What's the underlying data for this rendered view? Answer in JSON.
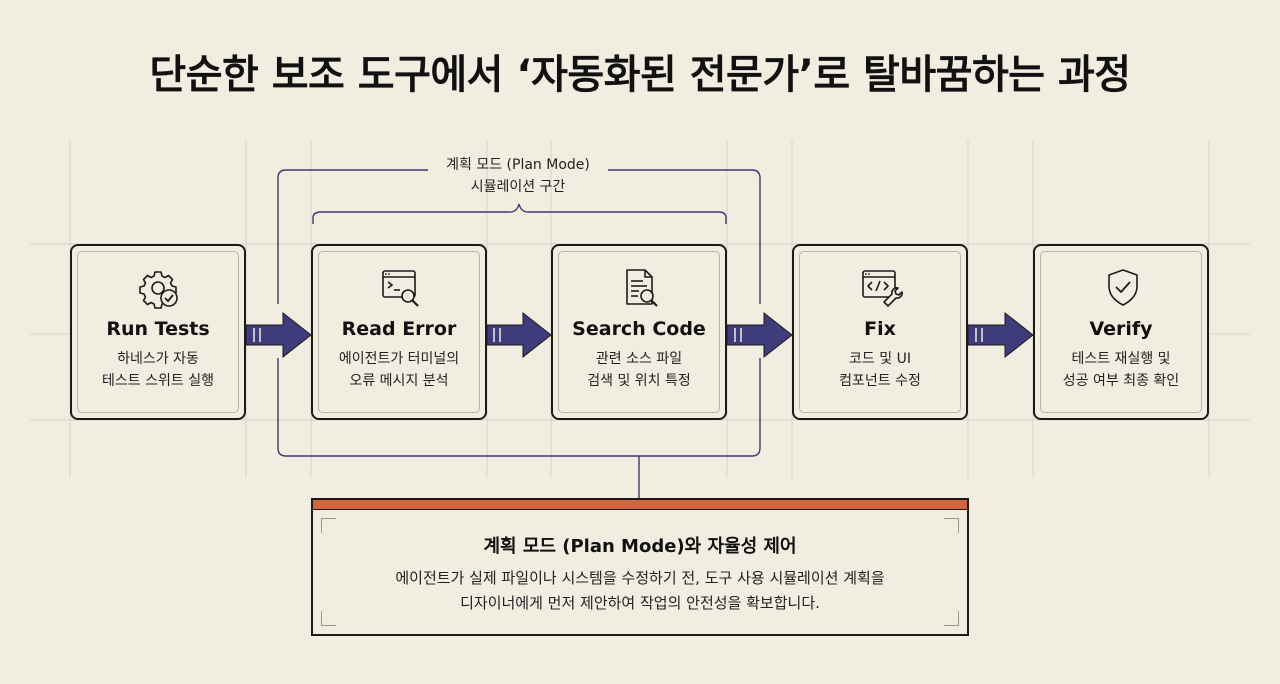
{
  "title": "단순한 보조 도구에서 ‘자동화된 전문가’로 탈바꿈하는 과정",
  "plan_bracket": {
    "line1": "계획 모드 (Plan Mode)",
    "line2": "시뮬레이션 구간"
  },
  "steps": [
    {
      "icon": "gear-check-icon",
      "name": "Run Tests",
      "desc1": "하네스가 자동",
      "desc2": "테스트 스위트 실행"
    },
    {
      "icon": "terminal-search-icon",
      "name": "Read Error",
      "desc1": "에이전트가 터미널의",
      "desc2": "오류 메시지 분석"
    },
    {
      "icon": "document-search-icon",
      "name": "Search Code",
      "desc1": "관련 소스 파일",
      "desc2": "검색 및 위치 특정"
    },
    {
      "icon": "code-wrench-icon",
      "name": "Fix",
      "desc1": "코드 및 UI",
      "desc2": "컴포넌트 수정"
    },
    {
      "icon": "shield-check-icon",
      "name": "Verify",
      "desc1": "테스트 재실행 및",
      "desc2": "성공 여부 최종 확인"
    }
  ],
  "note": {
    "heading": "계획 모드 (Plan Mode)와 자율성 제어",
    "body1": "에이전트가 실제 파일이나 시스템을 수정하기 전, 도구 사용 시뮬레이션 계획을",
    "body2": "디자이너에게 먼저 제안하여 작업의 안전성을 확보합니다."
  },
  "colors": {
    "background": "#f1ede1",
    "arrow": "#3e3c7a",
    "bracket": "#3c3a70",
    "accent_bar": "#d4643f",
    "border": "#1b1b1b"
  }
}
